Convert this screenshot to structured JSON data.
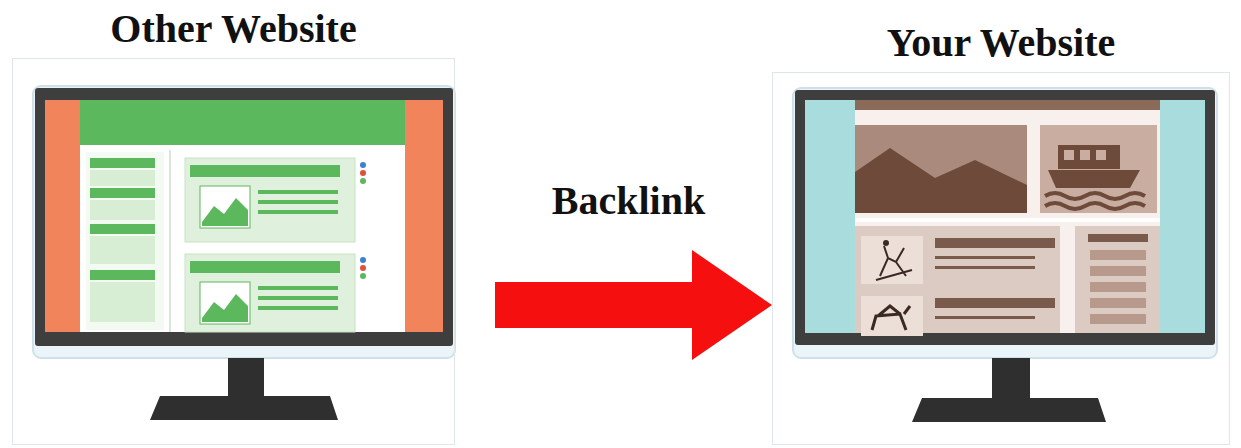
{
  "diagram": {
    "nodes": [
      {
        "text": [
          "Other Website"
        ]
      },
      {
        "text": [
          "Your Website"
        ]
      }
    ],
    "edges": [
      {
        "from": 0,
        "to": 1,
        "arrow": "to",
        "label": "Backlink"
      }
    ]
  }
}
